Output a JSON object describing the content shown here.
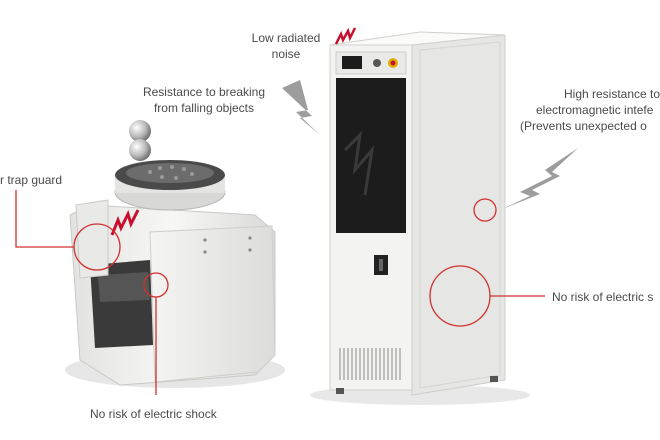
{
  "callouts": {
    "top_center": [
      "Low radiated",
      "noise"
    ],
    "falling_objects": [
      "Resistance to breaking",
      "from falling objects"
    ],
    "trap_guard": "r trap guard",
    "emi": [
      "High resistance to",
      "electromagnetic intefe",
      "(Prevents unexpected o"
    ],
    "shock_cabinet": "No risk of electric s",
    "shock_shaker": "No risk of electric shock"
  },
  "colors": {
    "callout_red": "#d0312d",
    "machine_white": "#f2f2f0",
    "machine_shadow": "#cfcfcd",
    "dark_panel": "#1c1c1c",
    "lightning_gray": "#8c8c8c",
    "brand_red": "#c8102e"
  }
}
